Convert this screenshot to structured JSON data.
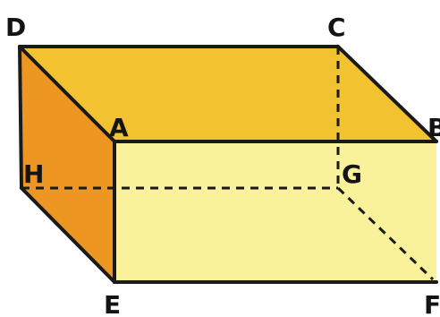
{
  "figure": {
    "colors": {
      "top_face": "#F2C230",
      "front_face": "#FAF29A",
      "left_face": "#EE9622",
      "edge": "#1A1A1A",
      "background": "#FFFFFF"
    },
    "labels": {
      "A": "A",
      "B": "B",
      "C": "C",
      "D": "D",
      "E": "E",
      "F": "F",
      "G": "G",
      "H": "H"
    }
  }
}
